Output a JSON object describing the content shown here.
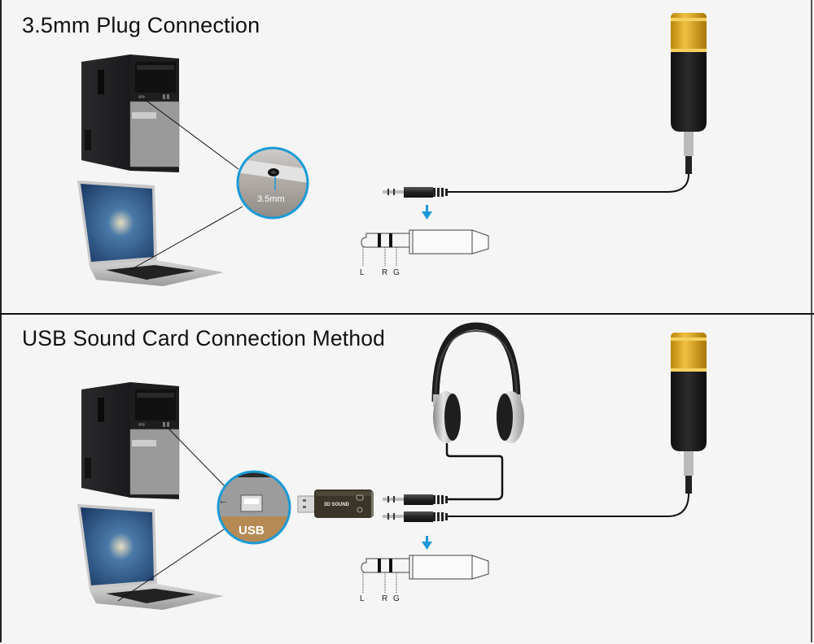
{
  "sections": [
    {
      "title": "3.5mm Plug Connection",
      "callout_label": "3.5mm",
      "plug_labels": [
        "L",
        "R",
        "G"
      ]
    },
    {
      "title": "USB Sound Card Connection Method",
      "callout_label": "USB",
      "sound_card_label": "3D SOUND",
      "plug_labels": [
        "L",
        "R",
        "G"
      ]
    }
  ],
  "colors": {
    "accent_blue": "#1a9ad6",
    "mic_gold": "#d9a520",
    "background": "#f5f5f5"
  }
}
